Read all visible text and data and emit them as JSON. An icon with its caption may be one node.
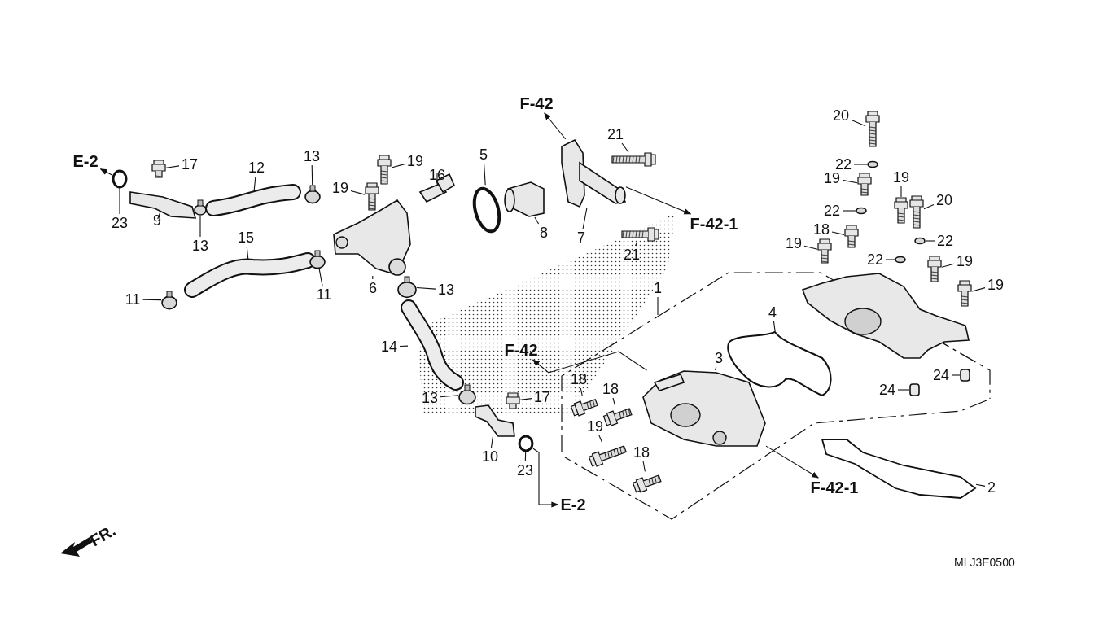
{
  "diagram": {
    "nodes": [
      {
        "text": [
          "F-42"
        ]
      },
      {
        "text": [
          "21"
        ]
      },
      {
        "text": [
          "20"
        ]
      },
      {
        "text": [
          "E-2"
        ]
      },
      {
        "text": [
          "17"
        ]
      },
      {
        "text": [
          "13"
        ]
      },
      {
        "text": [
          "19"
        ]
      },
      {
        "text": [
          "12"
        ]
      },
      {
        "text": [
          "16"
        ]
      },
      {
        "text": [
          "5"
        ]
      },
      {
        "text": [
          "22"
        ]
      },
      {
        "text": [
          "19"
        ]
      },
      {
        "text": [
          "19"
        ]
      },
      {
        "text": [
          "19"
        ]
      },
      {
        "text": [
          "20"
        ]
      },
      {
        "text": [
          "22"
        ]
      },
      {
        "text": [
          "23"
        ]
      },
      {
        "text": [
          "9"
        ]
      },
      {
        "text": [
          "13"
        ]
      },
      {
        "text": [
          "F-42-1"
        ]
      },
      {
        "text": [
          "8"
        ]
      },
      {
        "text": [
          "7"
        ]
      },
      {
        "text": [
          "18"
        ]
      },
      {
        "text": [
          "15"
        ]
      },
      {
        "text": [
          "22"
        ]
      },
      {
        "text": [
          "19"
        ]
      },
      {
        "text": [
          "21"
        ]
      },
      {
        "text": [
          "22"
        ]
      },
      {
        "text": [
          "19"
        ]
      },
      {
        "text": [
          "19"
        ]
      },
      {
        "text": [
          "11"
        ]
      },
      {
        "text": [
          "6"
        ]
      },
      {
        "text": [
          "13"
        ]
      },
      {
        "text": [
          "1"
        ]
      },
      {
        "text": [
          "11"
        ]
      },
      {
        "text": [
          "4"
        ]
      },
      {
        "text": [
          "14"
        ]
      },
      {
        "text": [
          "F-42"
        ]
      },
      {
        "text": [
          "3"
        ]
      },
      {
        "text": [
          "24"
        ]
      },
      {
        "text": [
          "18"
        ]
      },
      {
        "text": [
          "18"
        ]
      },
      {
        "text": [
          "24"
        ]
      },
      {
        "text": [
          "13"
        ]
      },
      {
        "text": [
          "17"
        ]
      },
      {
        "text": [
          "19"
        ]
      },
      {
        "text": [
          "10"
        ]
      },
      {
        "text": [
          "23"
        ]
      },
      {
        "text": [
          "18"
        ]
      },
      {
        "text": [
          "F-42-1"
        ]
      },
      {
        "text": [
          "2"
        ]
      },
      {
        "text": [
          "E-2"
        ]
      },
      {
        "text": [],
        "shape": "picture"
      },
      {
        "text": [],
        "shape": "picture"
      },
      {
        "text": [],
        "shape": "bolt"
      },
      {
        "text": [],
        "shape": "circle"
      },
      {
        "text": [],
        "shape": "picture"
      },
      {
        "text": [],
        "shape": "picture"
      },
      {
        "text": [],
        "shape": "picture"
      },
      {
        "text": [],
        "shape": "circle"
      },
      {
        "text": [],
        "shape": "circle"
      },
      {
        "text": [],
        "shape": "picture"
      },
      {
        "text": [],
        "shape": "picture"
      },
      {
        "text": [],
        "shape": "picture"
      },
      {
        "text": [],
        "shape": "picture"
      },
      {
        "text": [],
        "shape": "circle"
      },
      {
        "text": [],
        "shape": "circle"
      },
      {
        "text": [],
        "shape": "picture"
      },
      {
        "text": [],
        "shape": "circle"
      },
      {
        "text": [],
        "shape": "picture"
      },
      {
        "text": [],
        "shape": "picture"
      },
      {
        "text": [],
        "shape": "picture"
      },
      {
        "text": [],
        "shape": "picture"
      },
      {
        "text": [],
        "shape": "circle"
      },
      {
        "text": [],
        "shape": "picture"
      },
      {
        "text": [],
        "shape": "picture"
      },
      {
        "text": [],
        "shape": "circle"
      },
      {
        "text": [],
        "shape": "picture"
      },
      {
        "text": [],
        "shape": "picture"
      },
      {
        "text": [],
        "shape": "circle"
      },
      {
        "text": [],
        "shape": "picture"
      },
      {
        "text": [],
        "shape": "circle"
      },
      {
        "text": [],
        "shape": "circle"
      },
      {
        "text": [],
        "shape": "picture"
      },
      {
        "text": [],
        "shape": "picture"
      },
      {
        "text": [],
        "shape": "picture"
      },
      {
        "text": [],
        "shape": "cylinder"
      },
      {
        "text": [],
        "shape": "picture"
      },
      {
        "text": [],
        "shape": "picture"
      },
      {
        "text": [],
        "shape": "cylinder"
      },
      {
        "text": [],
        "shape": "circle"
      },
      {
        "text": [],
        "shape": "bolt"
      },
      {
        "text": [],
        "shape": "picture"
      },
      {
        "text": [],
        "shape": "picture"
      },
      {
        "text": [],
        "shape": "circle"
      },
      {
        "text": [],
        "shape": "picture"
      },
      {
        "text": [],
        "shape": "picture"
      }
    ],
    "edges": [
      {
        "from": 70,
        "to": 0,
        "arrow": "to"
      },
      {
        "from": 1,
        "to": 52,
        "arrow": "none"
      },
      {
        "from": 2,
        "to": 53,
        "arrow": "none"
      },
      {
        "from": 66,
        "to": 3,
        "arrow": "to"
      },
      {
        "from": 4,
        "to": 54,
        "arrow": "none"
      },
      {
        "from": 5,
        "to": 55,
        "arrow": "none"
      },
      {
        "from": 6,
        "to": 56,
        "arrow": "none"
      },
      {
        "from": 7,
        "to": 57,
        "arrow": "none"
      },
      {
        "from": 8,
        "to": 58,
        "arrow": "none"
      },
      {
        "from": 9,
        "to": 59,
        "arrow": "none"
      },
      {
        "from": 10,
        "to": 60,
        "arrow": "none"
      },
      {
        "from": 11,
        "to": 61,
        "arrow": "none"
      },
      {
        "from": 12,
        "to": 62,
        "arrow": "none"
      },
      {
        "from": 13,
        "to": 63,
        "arrow": "none"
      },
      {
        "from": 14,
        "to": 64,
        "arrow": "none"
      },
      {
        "from": 15,
        "to": 65,
        "arrow": "none"
      },
      {
        "from": 16,
        "to": 66,
        "arrow": "none"
      },
      {
        "from": 17,
        "to": 67,
        "arrow": "none"
      },
      {
        "from": 18,
        "to": 68,
        "arrow": "none"
      },
      {
        "from": 70,
        "to": 19,
        "arrow": "to"
      },
      {
        "from": 20,
        "to": 69,
        "arrow": "none"
      },
      {
        "from": 21,
        "to": 70,
        "arrow": "none"
      },
      {
        "from": 22,
        "to": 71,
        "arrow": "none"
      },
      {
        "from": 23,
        "to": 72,
        "arrow": "none"
      },
      {
        "from": 24,
        "to": 73,
        "arrow": "none"
      },
      {
        "from": 25,
        "to": 74,
        "arrow": "none"
      },
      {
        "from": 26,
        "to": 75,
        "arrow": "none"
      },
      {
        "from": 27,
        "to": 76,
        "arrow": "none"
      },
      {
        "from": 28,
        "to": 77,
        "arrow": "none"
      },
      {
        "from": 29,
        "to": 78,
        "arrow": "none"
      },
      {
        "from": 30,
        "to": 79,
        "arrow": "none"
      },
      {
        "from": 31,
        "to": 80,
        "arrow": "none"
      },
      {
        "from": 32,
        "to": 81,
        "arrow": "none"
      },
      {
        "from": 33,
        "to": null,
        "arrow": "none"
      },
      {
        "from": 34,
        "to": 82,
        "arrow": "none"
      },
      {
        "from": 35,
        "to": 83,
        "arrow": "none"
      },
      {
        "from": 36,
        "to": 84,
        "arrow": "none"
      },
      {
        "from": 85,
        "to": 37,
        "arrow": "to"
      },
      {
        "from": 38,
        "to": 85,
        "arrow": "none"
      },
      {
        "from": 39,
        "to": 86,
        "arrow": "none"
      },
      {
        "from": 40,
        "to": 87,
        "arrow": "none"
      },
      {
        "from": 41,
        "to": 88,
        "arrow": "none"
      },
      {
        "from": 42,
        "to": 89,
        "arrow": "none"
      },
      {
        "from": 43,
        "to": 90,
        "arrow": "none"
      },
      {
        "from": 44,
        "to": 91,
        "arrow": "none"
      },
      {
        "from": 45,
        "to": 92,
        "arrow": "none"
      },
      {
        "from": 46,
        "to": 93,
        "arrow": "none"
      },
      {
        "from": 47,
        "to": 94,
        "arrow": "none"
      },
      {
        "from": 48,
        "to": 95,
        "arrow": "none"
      },
      {
        "from": 85,
        "to": 49,
        "arrow": "to"
      },
      {
        "from": 50,
        "to": 96,
        "arrow": "none"
      },
      {
        "from": 94,
        "to": 51,
        "arrow": "to"
      }
    ],
    "labels": [
      "FR.",
      "MLJ3E0500"
    ]
  }
}
